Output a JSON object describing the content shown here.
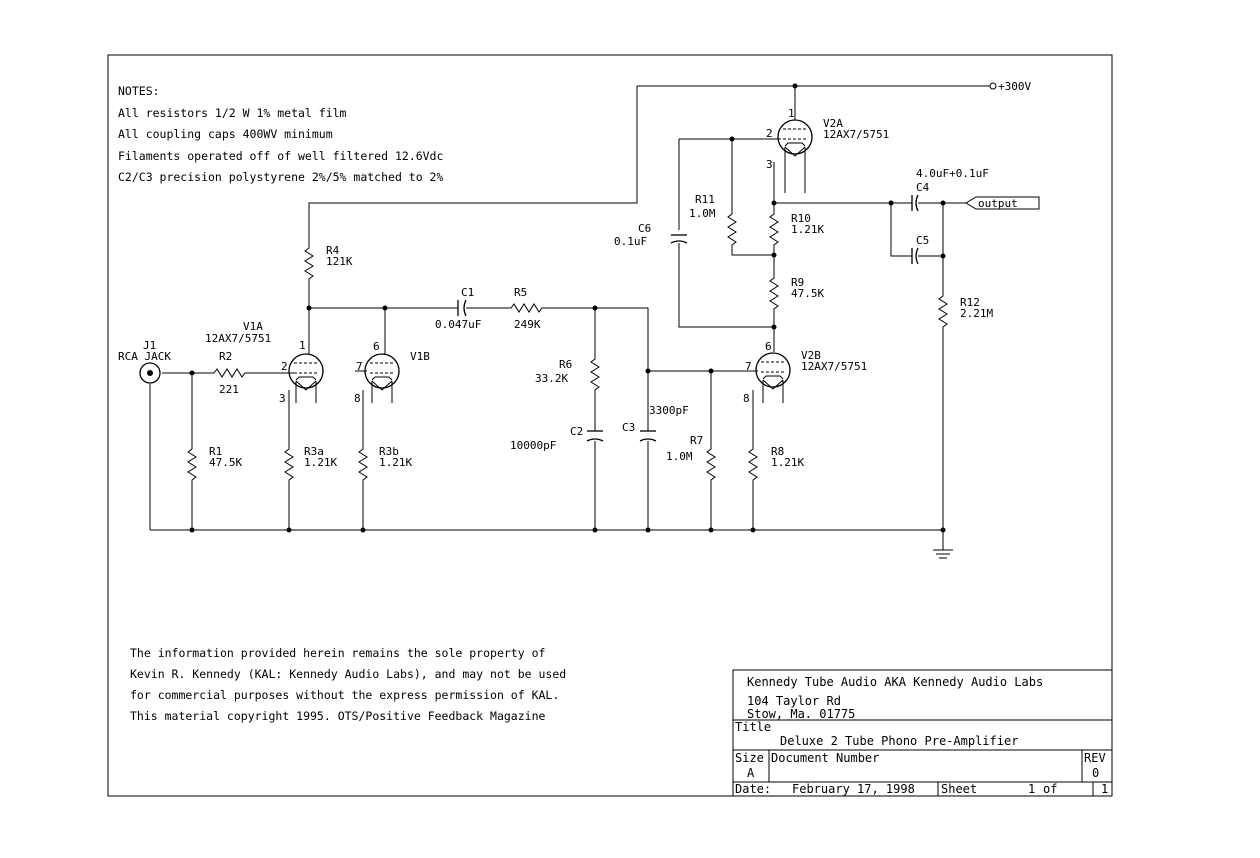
{
  "notes": {
    "heading": "NOTES:",
    "lines": [
      "All resistors 1/2 W 1% metal film",
      "All coupling caps 400WV minimum",
      "Filaments operated off of well filtered 12.6Vdc",
      "C2/C3 precision polystyrene 2%/5% matched to 2%"
    ]
  },
  "disclaimer": [
    "The information provided herein remains the sole property of",
    "Kevin R. Kennedy (KAL: Kennedy Audio Labs), and may not be used",
    "for commercial purposes without the express permission of KAL.",
    "This material copyright 1995. OTS/Positive Feedback Magazine"
  ],
  "title_block": {
    "company": "Kennedy Tube Audio AKA Kennedy Audio Labs",
    "address1": "104 Taylor Rd",
    "address2": "Stow, Ma. 01775",
    "title_label": "Title",
    "title": "Deluxe 2 Tube Phono Pre-Amplifier",
    "size_label": "Size",
    "size": "A",
    "docnum_label": "Document Number",
    "docnum": "",
    "rev_label": "REV",
    "rev": "0",
    "date_label": "Date:",
    "date": "February 17, 1998",
    "sheet_label": "Sheet",
    "sheet": "1",
    "of_label": "of",
    "of": "1"
  },
  "components": {
    "supply": "+300V",
    "output": "output",
    "j1": {
      "ref": "J1",
      "value": "RCA JACK"
    },
    "r1": {
      "ref": "R1",
      "value": "47.5K"
    },
    "r2": {
      "ref": "R2",
      "value": "221"
    },
    "r3a": {
      "ref": "R3a",
      "value": "1.21K"
    },
    "r3b": {
      "ref": "R3b",
      "value": "1.21K"
    },
    "r4": {
      "ref": "R4",
      "value": "121K"
    },
    "r5": {
      "ref": "R5",
      "value": "249K"
    },
    "r6": {
      "ref": "R6",
      "value": "33.2K"
    },
    "r7": {
      "ref": "R7",
      "value": "1.0M"
    },
    "r8": {
      "ref": "R8",
      "value": "1.21K"
    },
    "r9": {
      "ref": "R9",
      "value": "47.5K"
    },
    "r10": {
      "ref": "R10",
      "value": "1.21K"
    },
    "r11": {
      "ref": "R11",
      "value": "1.0M"
    },
    "r12": {
      "ref": "R12",
      "value": "2.21M"
    },
    "c1": {
      "ref": "C1",
      "value": "0.047uF"
    },
    "c2": {
      "ref": "C2",
      "value": "10000pF"
    },
    "c3": {
      "ref": "C3",
      "value": "3300pF"
    },
    "c4": {
      "ref": "C4",
      "value": "4.0uF+0.1uF"
    },
    "c5": {
      "ref": "C5"
    },
    "c6": {
      "ref": "C6",
      "value": "0.1uF"
    },
    "v1a": {
      "ref": "V1A",
      "type": "12AX7/5751",
      "pins": [
        "1",
        "2",
        "3"
      ]
    },
    "v1b": {
      "ref": "V1B",
      "pins": [
        "6",
        "7",
        "8"
      ]
    },
    "v2a": {
      "ref": "V2A",
      "type": "12AX7/5751",
      "pins": [
        "1",
        "2",
        "3"
      ]
    },
    "v2b": {
      "ref": "V2B",
      "type": "12AX7/5751",
      "pins": [
        "6",
        "7",
        "8"
      ]
    }
  }
}
